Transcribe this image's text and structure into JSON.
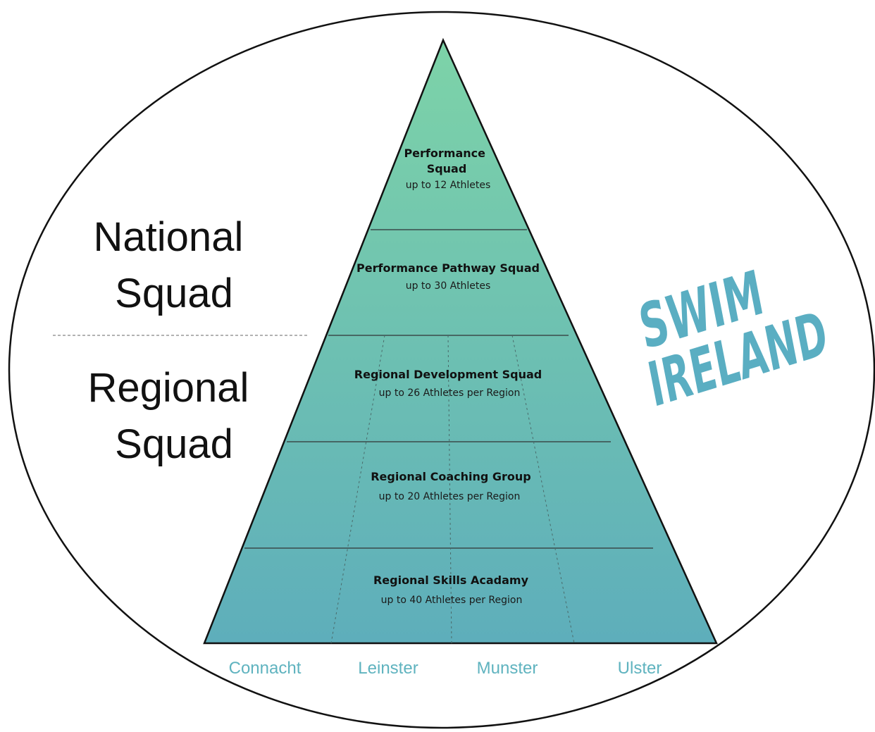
{
  "colors": {
    "apex": "#7dd3a8",
    "base": "#5eaebb",
    "region_text": "#5fb3bf",
    "logo": "#5aaec2",
    "outline": "#111111"
  },
  "side_labels": {
    "national": [
      "National",
      "Squad"
    ],
    "regional": [
      "Regional",
      "Squad"
    ]
  },
  "tiers": [
    {
      "title_lines": [
        "Performance",
        "Squad"
      ],
      "subtitle": "up to 12 Athletes"
    },
    {
      "title_lines": [
        "Performance Pathway Squad"
      ],
      "subtitle": "up to 30 Athletes"
    },
    {
      "title_lines": [
        "Regional Development Squad"
      ],
      "subtitle": "up to 26 Athletes per Region"
    },
    {
      "title_lines": [
        "Regional Coaching Group"
      ],
      "subtitle": "up to 20 Athletes per Region"
    },
    {
      "title_lines": [
        "Regional Skills Acadamy"
      ],
      "subtitle": "up to 40 Athletes per Region"
    }
  ],
  "regions": [
    "Connacht",
    "Leinster",
    "Munster",
    "Ulster"
  ],
  "logo": {
    "lines": [
      "SWIM",
      "IRELAND"
    ],
    "icon": "swim-ireland-logo"
  }
}
